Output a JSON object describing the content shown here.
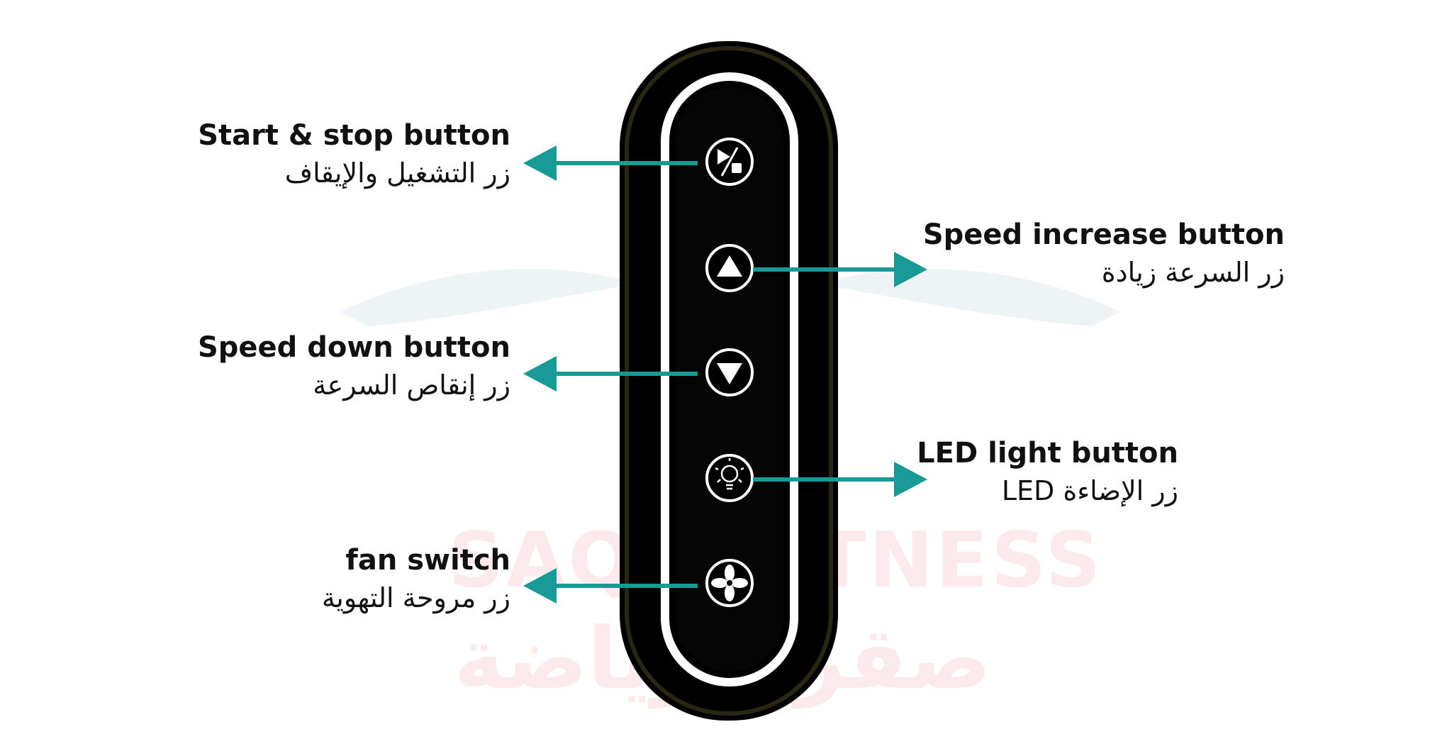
{
  "labels": [
    {
      "id": "start-stop",
      "en": "Start & stop button",
      "ar": "زر التشغيل والإيقاف"
    },
    {
      "id": "speed-increase",
      "en": "Speed increase button",
      "ar": "زر السرعة زيادة"
    },
    {
      "id": "speed-down",
      "en": "Speed down button",
      "ar": "زر إنقاص السرعة"
    },
    {
      "id": "led-light",
      "en": "LED light button",
      "ar": "زر الإضاءة LED"
    },
    {
      "id": "fan-switch",
      "en": "fan switch",
      "ar": "زر مروحة التهوية"
    }
  ],
  "watermark": {
    "en": "SAQR FITNESS",
    "ar": "صقر الرياضة"
  },
  "colors": {
    "arrow": "#1a9a97",
    "panel": "#000000",
    "ring": "#ffffff",
    "text": "#111111"
  },
  "icons": [
    "play-stop-icon",
    "up-triangle-icon",
    "down-triangle-icon",
    "bulb-icon",
    "fan-icon"
  ]
}
